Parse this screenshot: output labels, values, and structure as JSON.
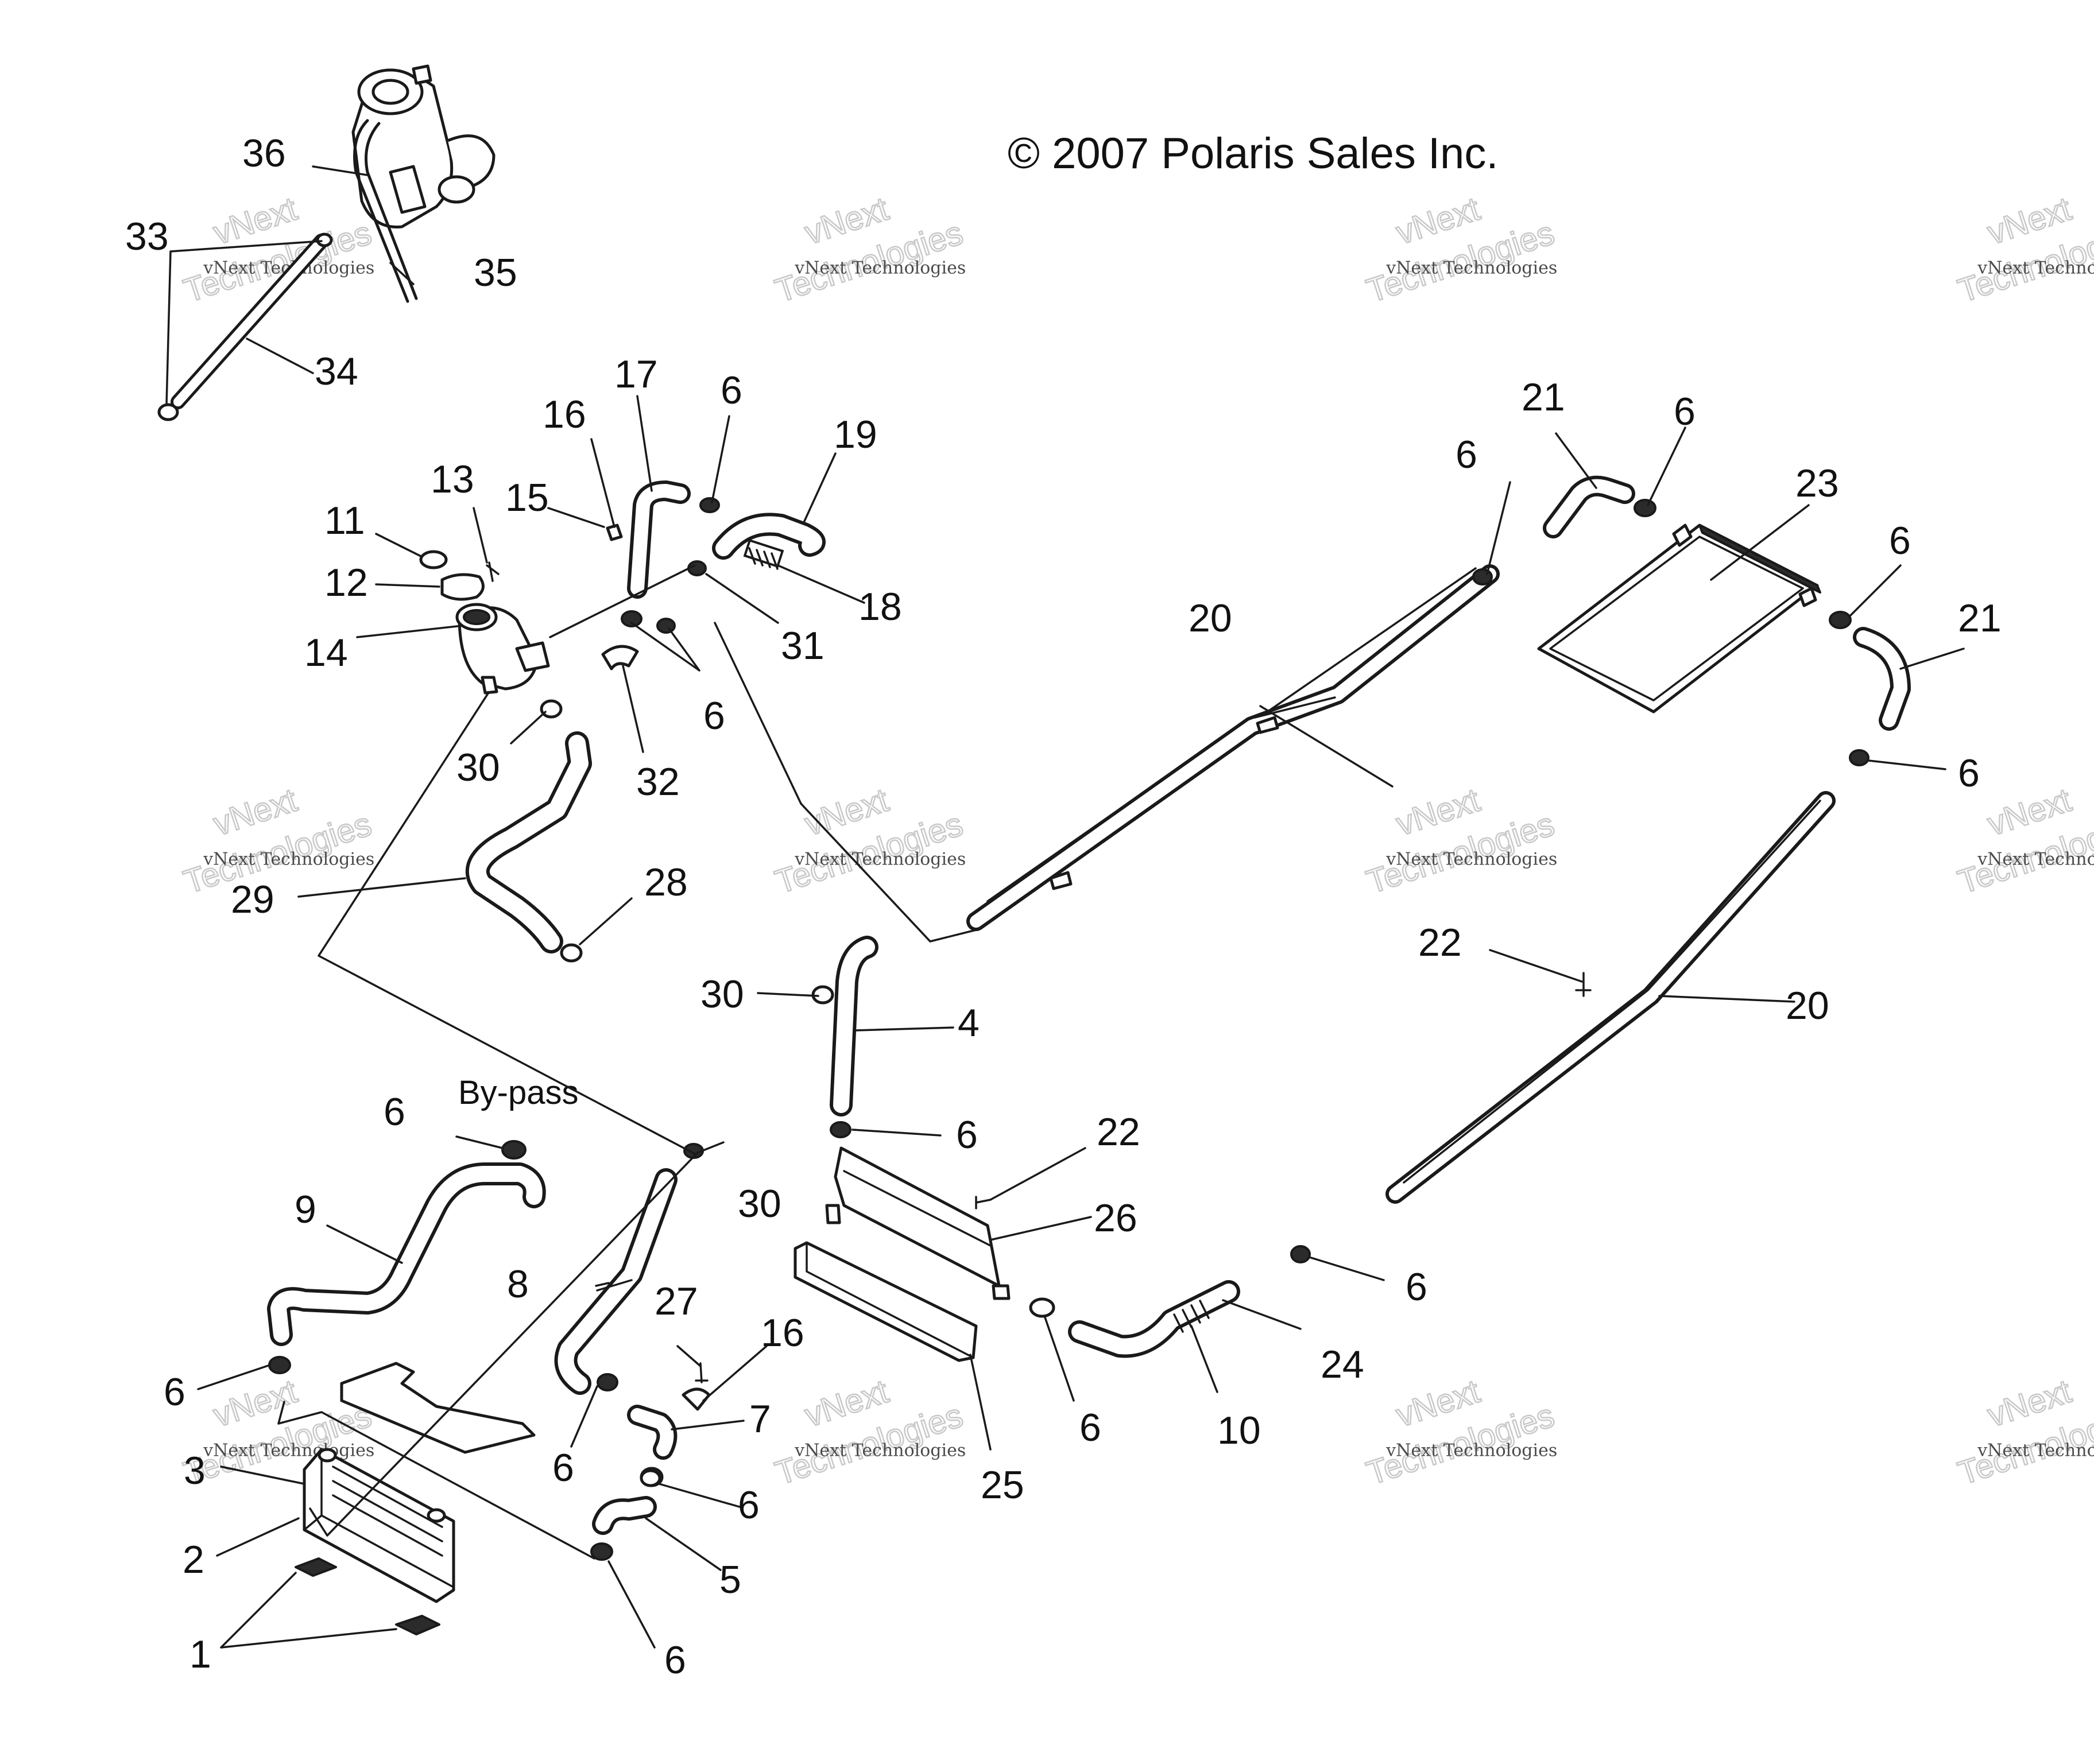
{
  "copyright": "© 2007 Polaris Sales Inc.",
  "bypass_label": "By-pass",
  "watermark": {
    "line1": "vNext Technologies",
    "line2": "vNext",
    "line3": "Technologies"
  },
  "callouts": [
    "1",
    "2",
    "3",
    "4",
    "5",
    "6",
    "6",
    "6",
    "6",
    "6",
    "6",
    "6",
    "6",
    "6",
    "6",
    "6",
    "6",
    "6",
    "6",
    "7",
    "8",
    "9",
    "10",
    "11",
    "12",
    "13",
    "14",
    "15",
    "16",
    "16",
    "17",
    "18",
    "19",
    "20",
    "20",
    "21",
    "21",
    "22",
    "22",
    "23",
    "24",
    "25",
    "26",
    "27",
    "28",
    "29",
    "30",
    "30",
    "30",
    "31",
    "32",
    "33",
    "34",
    "35",
    "36"
  ]
}
